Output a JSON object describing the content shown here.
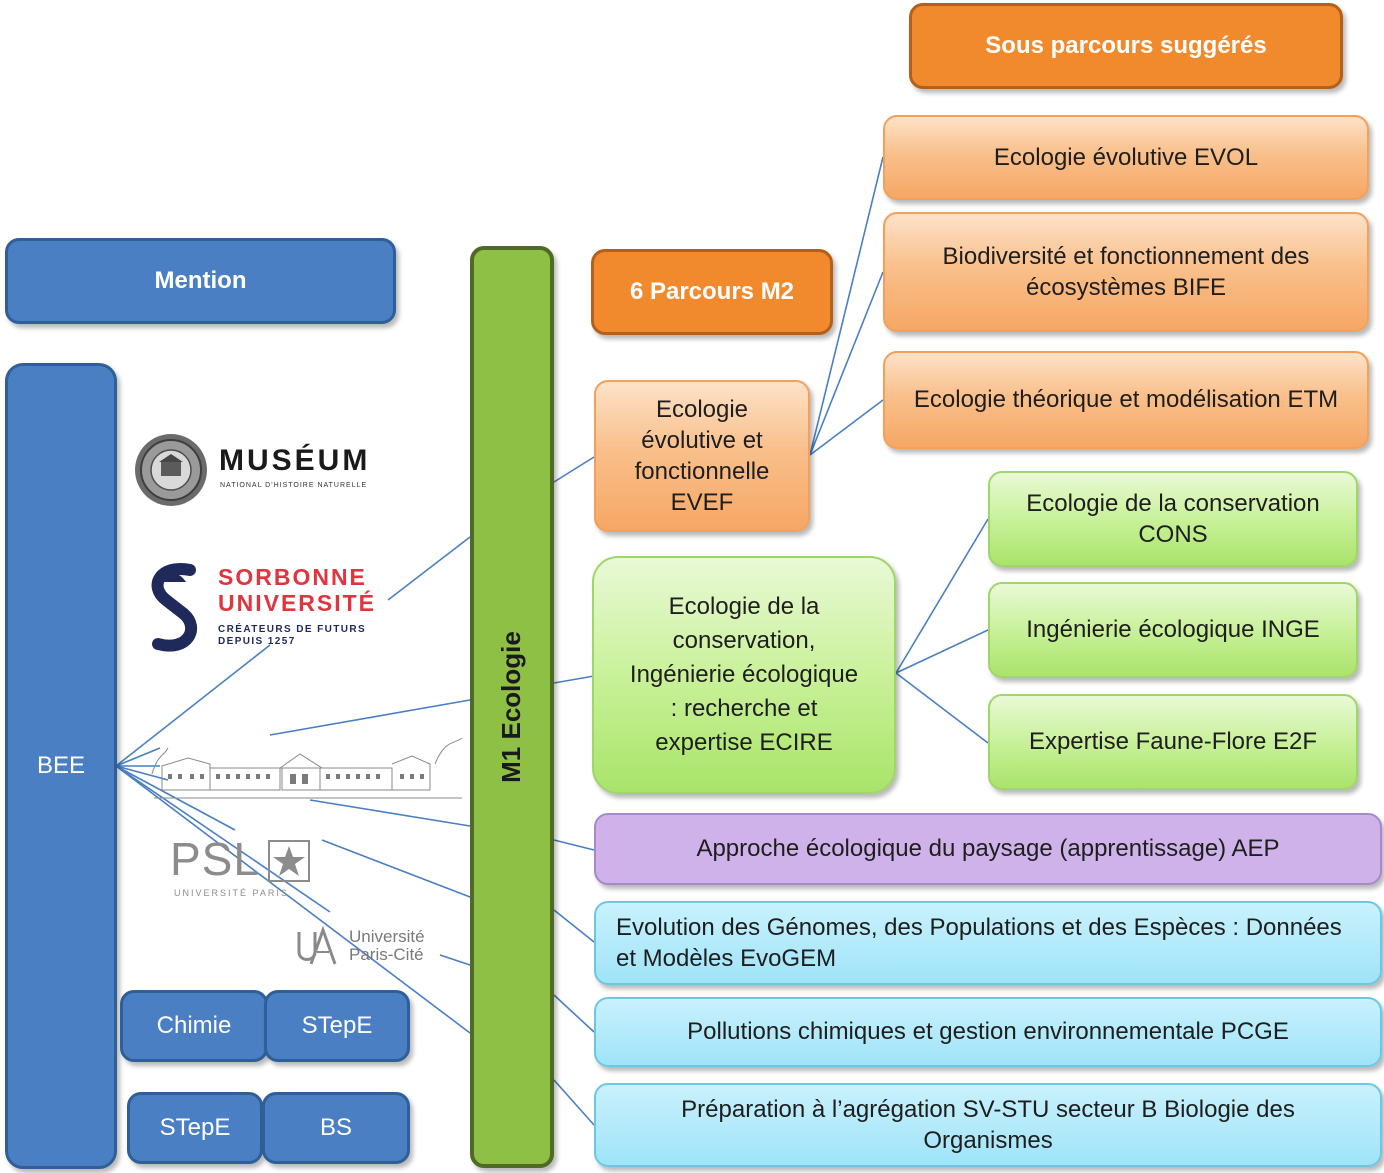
{
  "header_suggested": "Sous parcours suggérés",
  "mention": "Mention",
  "bee": "BEE",
  "m1": "M1 Ecologie",
  "parcours_m2": "6 Parcours M2",
  "evef": "Ecologie évolutive et fonctionnelle EVEF",
  "ecire": "Ecologie de la conservation, Ingénierie écologique : recherche et expertise ECIRE",
  "evol": "Ecologie évolutive EVOL",
  "bife": "Biodiversité et fonctionnement des écosystèmes BIFE",
  "etm": "Ecologie théorique et modélisation ETM",
  "cons": "Ecologie de la conservation CONS",
  "inge": "Ingénierie écologique INGE",
  "e2f": "Expertise Faune-Flore E2F",
  "aep": "Approche écologique du paysage (apprentissage) AEP",
  "evogem": "Evolution des Génomes, des Populations et des Espèces : Données et Modèles EvoGEM",
  "pcge": "Pollutions chimiques et gestion environnementale PCGE",
  "agreg": "Préparation à l’agrégation SV-STU secteur B Biologie des Organismes",
  "chimie": "Chimie",
  "stepe1": "STepE",
  "stepe2": "STepE",
  "bs": "BS",
  "logos": {
    "museum_name": "MUSÉUM",
    "museum_sub": "NATIONAL D'HISTOIRE NATURELLE",
    "sorbonne_1": "SORBONNE",
    "sorbonne_2": "UNIVERSITÉ",
    "sorbonne_3": "CRÉATEURS DE FUTURS",
    "sorbonne_4": "DEPUIS 1257",
    "psl_name": "PSL",
    "psl_sub": "UNIVERSITÉ PARIS",
    "upc_1": "Université",
    "upc_2": "Paris-Cité"
  },
  "colors": {
    "blue": "#4a7fc3",
    "orange": "#f08a2c",
    "peach": "#f9c08c",
    "light_green": "#c9f19a",
    "green": "#8fc046",
    "purple": "#d0b2ea",
    "cyan": "#9fe4f8",
    "connector": "#4a7fc3",
    "sorbonne_red": "#e0343f",
    "sorbonne_navy": "#1f2a5a"
  }
}
